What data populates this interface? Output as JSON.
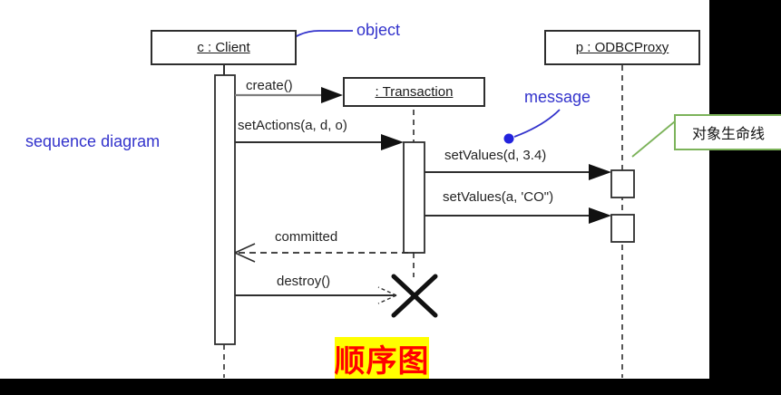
{
  "diagram": {
    "objects": {
      "client": {
        "label": "c : Client"
      },
      "transaction": {
        "label": ": Transaction"
      },
      "proxy": {
        "label": "p : ODBCProxy"
      }
    },
    "messages": {
      "create": {
        "label": "create()"
      },
      "set_actions": {
        "label": "setActions(a, d, o)"
      },
      "set_values_1": {
        "label": "setValues(d, 3.4)"
      },
      "set_values_2": {
        "label": "setValues(a, 'CO\")"
      },
      "committed": {
        "label": "committed"
      },
      "destroy": {
        "label": "destroy()"
      }
    },
    "annotations": {
      "object_pointer": "object",
      "message_pointer": "message",
      "caption_left": "sequence diagram",
      "lifeline_callout": "对象生命线",
      "title_banner": "顺序图"
    },
    "colors": {
      "annotation_blue": "#3333cc",
      "callout_green": "#7cb35a",
      "banner_background": "#ffff00",
      "banner_text": "#ff0000",
      "diagram_line": "#2e2e2e"
    }
  }
}
